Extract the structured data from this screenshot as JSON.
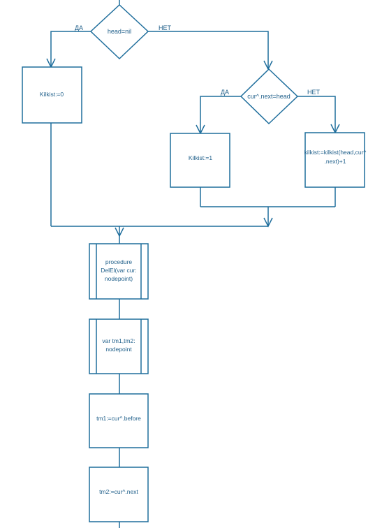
{
  "diagram": {
    "decision1": {
      "text": "head=nil",
      "yes": "ДА",
      "no": "НЕТ"
    },
    "decision2": {
      "text": "cur^.next=head",
      "yes": "ДА",
      "no": "НЕТ"
    },
    "block_kilkist0": {
      "text": "Kilkist:=0"
    },
    "block_kilkist1": {
      "text": "Kilkist:=1"
    },
    "block_kilkist_rec": {
      "line1": "kilkist:=kilkist(head,cur^",
      "line2": ".next)+1"
    },
    "block_procedure": {
      "line1": "procedure",
      "line2": "DelEl(var cur:",
      "line3": "nodepoint)"
    },
    "block_var": {
      "line1": "var tm1,tm2:",
      "line2": "nodepoint"
    },
    "block_tm1": {
      "text": "tm1:=cur^.before"
    },
    "block_tm2": {
      "text": "tm2:=cur^.next"
    },
    "colors": {
      "stroke": "#1f6e9c",
      "text": "#1f5f8a"
    }
  }
}
